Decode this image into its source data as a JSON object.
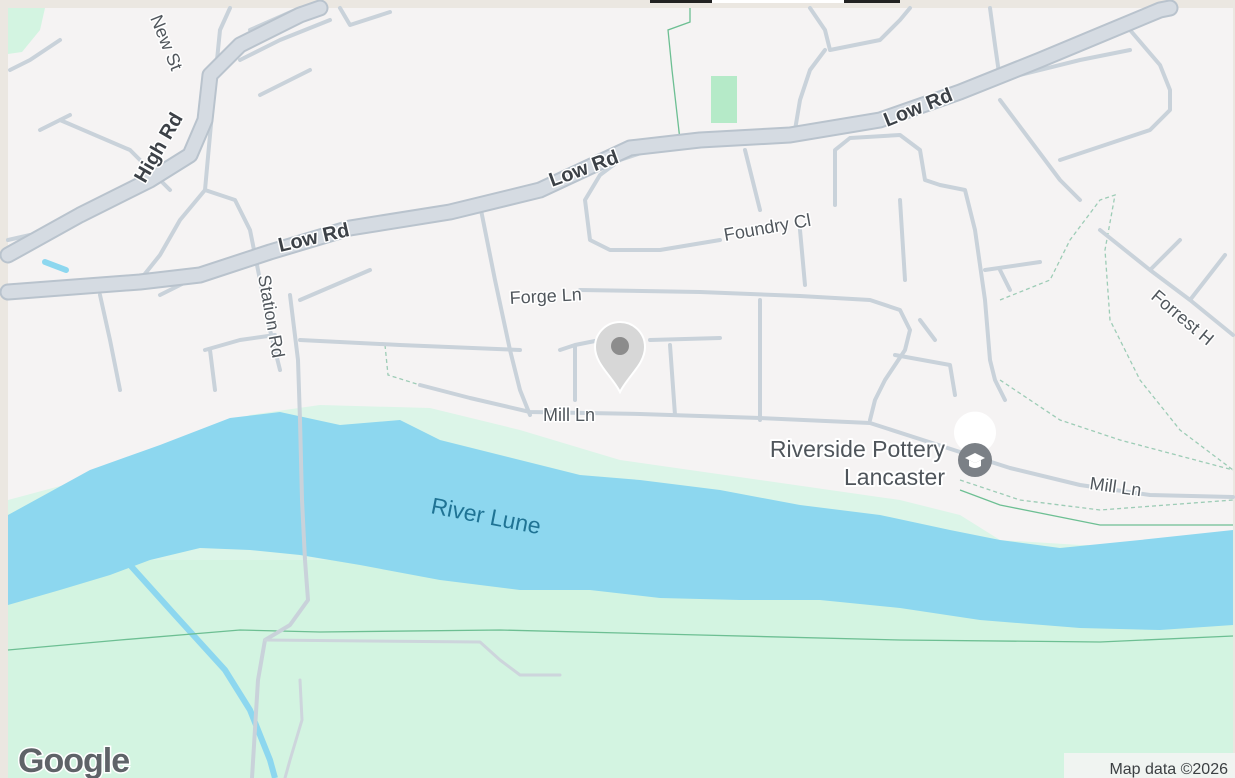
{
  "map": {
    "colors": {
      "land": "#f5f3f3",
      "water": "#8dd7ef",
      "park": "#d3f4e1",
      "park_light": "#dcf5e8",
      "road_main": "#d5dbe2",
      "road_minor": "#c9d2da",
      "pin": "#d7d7d7",
      "poi_icon": "#7b8086"
    },
    "roads": {
      "low_rd": "Low Rd",
      "high_rd": "High Rd",
      "new_st": "New St",
      "station_rd": "Station Rd",
      "forge_ln": "Forge Ln",
      "foundry_cl": "Foundry Cl",
      "mill_ln": "Mill Ln",
      "forrest_h": "Forrest H"
    },
    "water": {
      "river": "River Lune"
    },
    "poi": {
      "line1": "Riverside Pottery",
      "line2": "Lancaster",
      "icon": "graduation-cap-icon"
    },
    "marker": {
      "icon": "map-pin-icon"
    },
    "branding": {
      "logo": "Google"
    },
    "attribution": "Map data ©2026"
  }
}
